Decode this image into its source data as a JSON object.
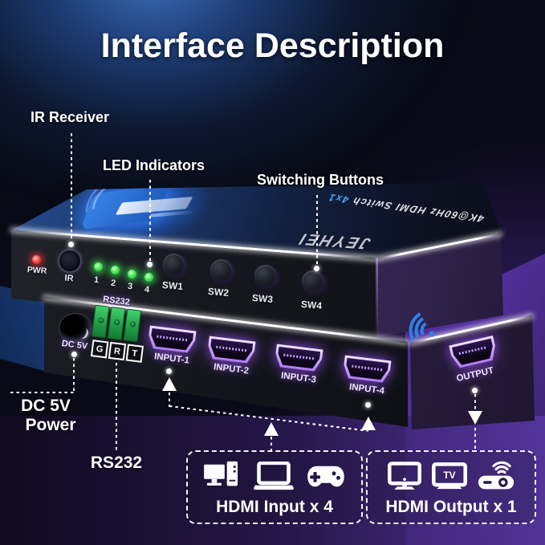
{
  "title": "Interface Description",
  "callouts": {
    "ir_receiver": "IR Receiver",
    "led_indicators": "LED Indicators",
    "switching_buttons": "Switching Buttons",
    "dc_power_line1": "DC 5V",
    "dc_power_line2": "Power",
    "rs232": "RS232"
  },
  "device": {
    "brand": "JEYHEI",
    "model": "4K@60Hz HDMI Switch",
    "model_suffix": "4x1",
    "front_panel": {
      "pwr_label": "PWR",
      "ir_label": "IR",
      "led_labels": [
        "1",
        "2",
        "3",
        "4"
      ],
      "switch_labels": [
        "SW1",
        "SW2",
        "SW3",
        "SW4"
      ]
    },
    "io_panel": {
      "dc_label": "DC 5V",
      "rs232_label": "RS232",
      "terminal_pins": [
        "G",
        "R",
        "T"
      ],
      "input_labels": [
        "INPUT-1",
        "INPUT-2",
        "INPUT-3",
        "INPUT-4"
      ],
      "output_label": "OUTPUT"
    }
  },
  "legend": {
    "input": {
      "label": "HDMI Input x 4",
      "icons": [
        "desktop-pc",
        "laptop",
        "gamepad"
      ]
    },
    "output": {
      "label": "HDMI Output x 1",
      "icons": [
        "monitor",
        "tv",
        "projector"
      ],
      "tv_text": "TV"
    }
  },
  "colors": {
    "led_green": "#35e04a",
    "pwr_red": "#ff3333",
    "port_glow_purple": "#a66bff",
    "logo_blue": "#2f7bdc",
    "background_purple": "#4a2b86"
  }
}
